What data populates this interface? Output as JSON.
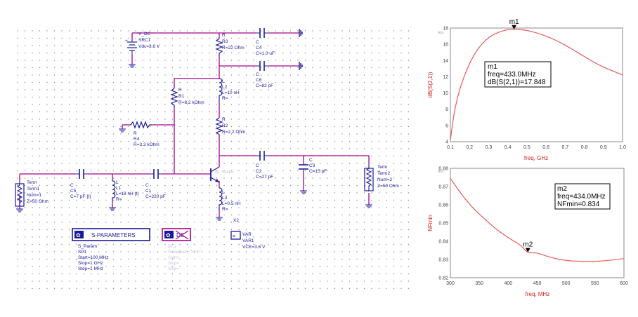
{
  "schematic": {
    "vdc": {
      "name": "V_DC",
      "id": "SRC1",
      "value": "Vdc=3.6 V"
    },
    "r3": {
      "type": "R",
      "id": "R3",
      "value": "R=22 Ohm"
    },
    "c4": {
      "type": "C",
      "id": "C4",
      "value": "C=1.0 uF"
    },
    "c6": {
      "type": "C",
      "id": "C6",
      "value": "C=82 pF"
    },
    "r1": {
      "type": "R",
      "id": "R1",
      "value": "R=8.2 kOhm"
    },
    "l2": {
      "type": "L",
      "id": "L2",
      "value": "L=10 nH",
      "r": "R="
    },
    "r4": {
      "type": "R",
      "id": "R4",
      "value": "R=3.3 kOhm"
    },
    "r2": {
      "type": "R",
      "id": "R2",
      "value": "R=2.2 Ohm"
    },
    "c2": {
      "type": "C",
      "id": "C2",
      "value": "C=27 pF"
    },
    "c3": {
      "type": "C",
      "id": "C3",
      "value": "C=15 pF"
    },
    "term1": {
      "name": "Term",
      "id": "Term1",
      "num": "Num=1",
      "z": "Z=50 Ohm"
    },
    "term2": {
      "name": "Term",
      "id": "Term2",
      "num": "Num=2",
      "z": "Z=50 Ohm"
    },
    "c5": {
      "type": "C",
      "id": "C5",
      "value": "C=7 pF {t}"
    },
    "l1": {
      "type": "L",
      "id": "L1",
      "value": "L=18 nH {t}",
      "r": "R="
    },
    "c1": {
      "type": "C",
      "id": "C1",
      "value": "C=220 pF"
    },
    "l3": {
      "type": "L",
      "id": "L3",
      "value": "L=0.5 nH",
      "r": "R="
    },
    "transistor": {
      "id": "X2",
      "model": "sp_model"
    },
    "sparam_label": "S-PARAMETERS",
    "sparam": {
      "name": "S_Param",
      "id": "SP1",
      "start": "Start=100 MHz",
      "stop": "Stop=1 GHz",
      "step": "Step=1 MHz"
    },
    "var": {
      "name": "VAR",
      "id": "VAR1",
      "value": "VCE=3.6 V"
    },
    "ghost_lines": [
      "DC",
      "DC1",
      "SweepVar=\"VCE\"",
      "Start=",
      "Stop=",
      "Step="
    ]
  },
  "plot1": {
    "ylabel": "dB(S(2,1))",
    "xlabel": "freq, GHz",
    "unit_label": "Abs",
    "x_ticks": [
      "0.1",
      "0.2",
      "0.3",
      "0.4",
      "0.5",
      "0.6",
      "0.7",
      "0.8",
      "0.9",
      "1.0"
    ],
    "y_ticks": [
      "4",
      "6",
      "8",
      "10",
      "12",
      "14",
      "16",
      "18"
    ],
    "marker": {
      "name": "m1",
      "line1": "m1",
      "line2": "freq=433.0MHz",
      "line3": "dB(S(2,1))=17.848"
    },
    "line_color": "#e85a5a"
  },
  "plot2": {
    "ylabel": "NFmin",
    "xlabel": "freq, MHz",
    "unit_label": "Abs",
    "x_ticks": [
      "300",
      "350",
      "400",
      "450",
      "500",
      "550",
      "600"
    ],
    "y_ticks": [
      "0.82",
      "0.83",
      "0.84",
      "0.85",
      "0.86",
      "0.87",
      "0.88"
    ],
    "marker": {
      "name": "m2",
      "line1": "m2",
      "line2": "freq=434.0MHz",
      "line3": "NFmin=0.834"
    },
    "line_color": "#e85a5a"
  },
  "chart_data": [
    {
      "type": "line",
      "xlabel": "freq, GHz",
      "ylabel": "dB(S(2,1))",
      "xlim": [
        0.1,
        1.0
      ],
      "ylim": [
        4,
        18
      ],
      "x": [
        0.1,
        0.12,
        0.15,
        0.2,
        0.25,
        0.3,
        0.35,
        0.4,
        0.433,
        0.45,
        0.5,
        0.55,
        0.6,
        0.65,
        0.7,
        0.75,
        0.8,
        0.85,
        0.9,
        0.95,
        1.0
      ],
      "y": [
        4.2,
        7.5,
        10.5,
        13.6,
        15.6,
        16.8,
        17.45,
        17.8,
        17.848,
        17.84,
        17.7,
        17.4,
        17.0,
        16.5,
        15.9,
        15.2,
        14.5,
        13.8,
        13.2,
        12.7,
        12.2
      ],
      "markers": [
        {
          "name": "m1",
          "x": 0.433,
          "y": 17.848
        }
      ]
    },
    {
      "type": "line",
      "xlabel": "freq, MHz",
      "ylabel": "NFmin",
      "xlim": [
        300,
        600
      ],
      "ylim": [
        0.82,
        0.88
      ],
      "x": [
        300,
        320,
        340,
        360,
        380,
        400,
        420,
        434,
        450,
        470,
        490,
        510,
        530,
        550,
        570,
        600
      ],
      "y": [
        0.8745,
        0.8655,
        0.858,
        0.852,
        0.8465,
        0.842,
        0.838,
        0.834,
        0.8335,
        0.8315,
        0.83,
        0.8292,
        0.829,
        0.829,
        0.8294,
        0.8305
      ],
      "markers": [
        {
          "name": "m2",
          "x": 434,
          "y": 0.834
        }
      ]
    }
  ]
}
